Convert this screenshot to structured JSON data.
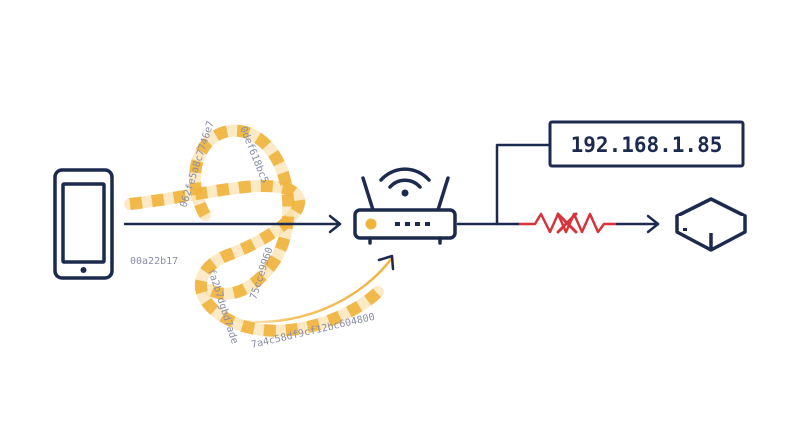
{
  "ip_box": {
    "label": "192.168.1.85"
  },
  "hex_strings": [
    "062fe5a8c7746e7",
    "0def618bc5",
    "00a22b17",
    "75cce9960",
    "fa2b7dgbd7ade",
    "7a4c58df9cf12bc604800"
  ],
  "colors": {
    "navy": "#1c2a4f",
    "accent_orange": "#f0b33c",
    "blocked_red": "#d6333a",
    "hex_text": "#8a8ea6"
  },
  "icons": [
    "smartphone-icon",
    "wifi-router-icon",
    "server-box-icon",
    "blocked-connection-icon"
  ]
}
